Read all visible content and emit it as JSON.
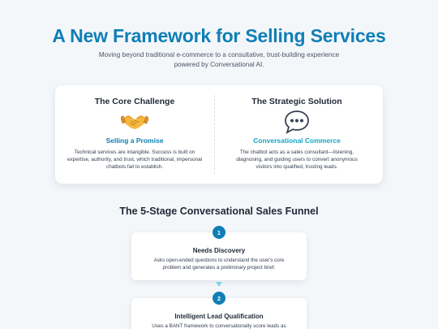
{
  "hero": {
    "title": "A New Framework for Selling Services",
    "subtitle": "Moving beyond traditional e-commerce to a consultative, trust-building experience powered by Conversational AI."
  },
  "comparison": {
    "challenge": {
      "title": "The Core Challenge",
      "icon": "handshake-icon",
      "subtitle": "Selling a Promise",
      "description": "Technical services are intangible. Success is built on expertise, authority, and trust, which traditional, impersonal chatbots fail to establish."
    },
    "solution": {
      "title": "The Strategic Solution",
      "icon": "speech-bubble-icon",
      "subtitle": "Conversational Commerce",
      "description": "The chatbot acts as a sales consultant—listening, diagnosing, and guiding users to convert anonymous visitors into qualified, trusting leads."
    }
  },
  "funnel": {
    "title": "The 5-Stage Conversational Sales Funnel",
    "stages": [
      {
        "number": "1",
        "title": "Needs Discovery",
        "description": "Asks open-ended questions to understand the user's core problem and generates a preliminary project brief."
      },
      {
        "number": "2",
        "title": "Intelligent Lead Qualification",
        "description": "Uses a BANT framework to conversationally score leads as"
      }
    ]
  },
  "colors": {
    "accent": "#0f7fb6",
    "accent_cyan": "#12a7c7",
    "background": "#f4f7fa"
  }
}
